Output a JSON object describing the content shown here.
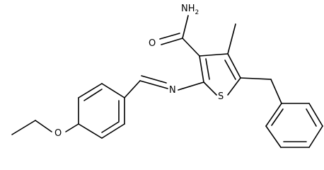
{
  "molecule": {
    "atoms": {
      "amide_n": "NH",
      "amide_n_subscript": "2",
      "amide_o": "O",
      "imine_n": "N",
      "ring_s": "S",
      "ether_o": "O"
    }
  }
}
